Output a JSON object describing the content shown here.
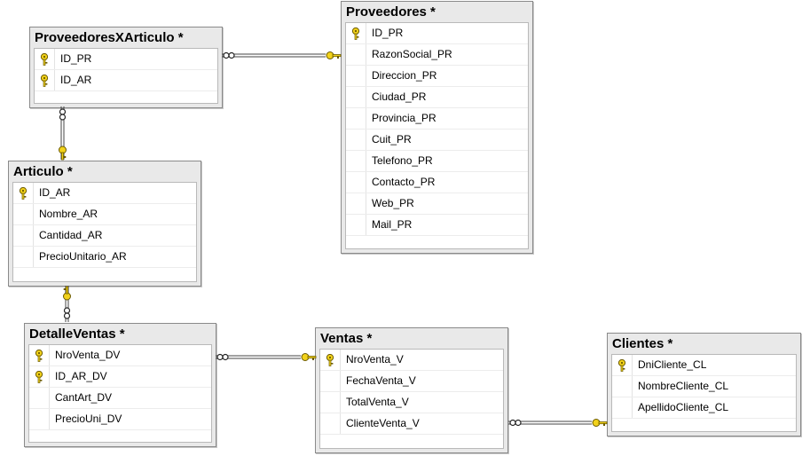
{
  "diagram": {
    "tables": [
      {
        "id": "provxart",
        "title": "ProveedoresXArticulo *",
        "rows": [
          {
            "label": "ID_PR",
            "icon": "key-icon"
          },
          {
            "label": "ID_AR",
            "icon": "key-icon"
          }
        ]
      },
      {
        "id": "proveedores",
        "title": "Proveedores *",
        "rows": [
          {
            "label": "ID_PR",
            "icon": "key-icon"
          },
          {
            "label": "RazonSocial_PR"
          },
          {
            "label": "Direccion_PR"
          },
          {
            "label": "Ciudad_PR"
          },
          {
            "label": "Provincia_PR"
          },
          {
            "label": "Cuit_PR"
          },
          {
            "label": "Telefono_PR"
          },
          {
            "label": "Contacto_PR"
          },
          {
            "label": "Web_PR"
          },
          {
            "label": "Mail_PR"
          }
        ]
      },
      {
        "id": "articulo",
        "title": "Articulo *",
        "rows": [
          {
            "label": "ID_AR",
            "icon": "key-icon"
          },
          {
            "label": "Nombre_AR"
          },
          {
            "label": "Cantidad_AR"
          },
          {
            "label": "PrecioUnitario_AR"
          }
        ]
      },
      {
        "id": "detalleventas",
        "title": "DetalleVentas *",
        "rows": [
          {
            "label": "NroVenta_DV",
            "icon": "key-icon"
          },
          {
            "label": "ID_AR_DV",
            "icon": "key-icon"
          },
          {
            "label": "CantArt_DV"
          },
          {
            "label": "PrecioUni_DV"
          }
        ]
      },
      {
        "id": "ventas",
        "title": "Ventas *",
        "rows": [
          {
            "label": "NroVenta_V",
            "icon": "key-icon"
          },
          {
            "label": "FechaVenta_V"
          },
          {
            "label": "TotalVenta_V"
          },
          {
            "label": "ClienteVenta_V"
          }
        ]
      },
      {
        "id": "clientes",
        "title": "Clientes *",
        "rows": [
          {
            "label": "DniCliente_CL",
            "icon": "key-icon"
          },
          {
            "label": "NombreCliente_CL"
          },
          {
            "label": "ApellidoCliente_CL"
          }
        ]
      }
    ],
    "relationships": [
      {
        "from": "provxart",
        "to": "proveedores",
        "from_end": "many",
        "to_end": "one"
      },
      {
        "from": "provxart",
        "to": "articulo",
        "from_end": "many",
        "to_end": "one"
      },
      {
        "from": "detalleventas",
        "to": "articulo",
        "from_end": "many",
        "to_end": "one"
      },
      {
        "from": "detalleventas",
        "to": "ventas",
        "from_end": "many",
        "to_end": "one"
      },
      {
        "from": "ventas",
        "to": "clientes",
        "from_end": "many",
        "to_end": "one"
      }
    ],
    "colors": {
      "key": "#f2d21b",
      "key_outline": "#6b5a00",
      "line": "#444444"
    }
  }
}
